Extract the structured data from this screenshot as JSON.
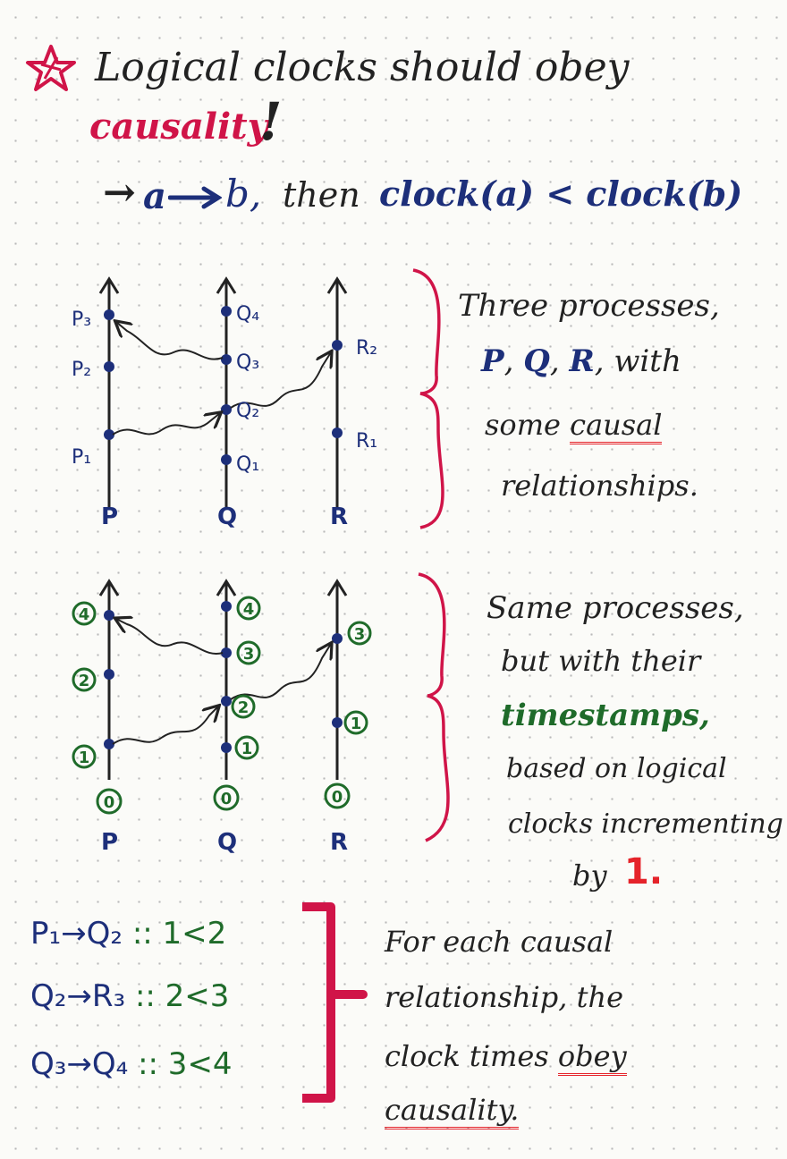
{
  "header": {
    "line1": "Logical clocks should obey",
    "causality": "causality",
    "bang": "!",
    "rule_arrow": "→",
    "rule_a": "a",
    "rule_b": "b,",
    "rule_then": "then",
    "rule_cond": "clock(a) < clock(b)"
  },
  "diagram1": {
    "labels": {
      "P1": "P₁",
      "P2": "P₂",
      "P3": "P₃",
      "Q1": "Q₁",
      "Q2": "Q₂",
      "Q3": "Q₃",
      "Q4": "Q₄",
      "R1": "R₁",
      "R2": "R₂"
    },
    "processes": [
      "P",
      "Q",
      "R"
    ],
    "note": [
      "Three processes,",
      "P, Q, R, with",
      "some causal",
      "relationships."
    ],
    "note_emphasis": "causal",
    "note_colored": {
      "P": "P",
      "Q": "Q",
      "R": "R"
    }
  },
  "diagram2": {
    "stamps": {
      "P": [
        "0",
        "1",
        "2",
        "4"
      ],
      "Q": [
        "0",
        "1",
        "2",
        "3",
        "4"
      ],
      "R": [
        "0",
        "1",
        "3"
      ]
    },
    "processes": [
      "P",
      "Q",
      "R"
    ],
    "note_line1": "Same processes,",
    "note_line2": "but with their",
    "note_timestamps": "timestamps,",
    "note_line4": "based on logical",
    "note_line5": "clocks incrementing",
    "note_by": "by",
    "note_one": "1."
  },
  "relations": [
    {
      "lhs": "P₁→Q₂",
      "rhs": ":: 1<2"
    },
    {
      "lhs": "Q₂→R₃",
      "rhs": ":: 2<3"
    },
    {
      "lhs": "Q₃→Q₄",
      "rhs": ":: 3<4"
    }
  ],
  "conclusion": {
    "line1": "For each causal",
    "line2": "relationship, the",
    "line3": "clock times",
    "obey": "obey",
    "causality": "causality."
  },
  "colors": {
    "ink": "#222222",
    "blue": "#1d2f7a",
    "green": "#1f6b2a",
    "red": "#e5232a",
    "crimson": "#d01448"
  }
}
